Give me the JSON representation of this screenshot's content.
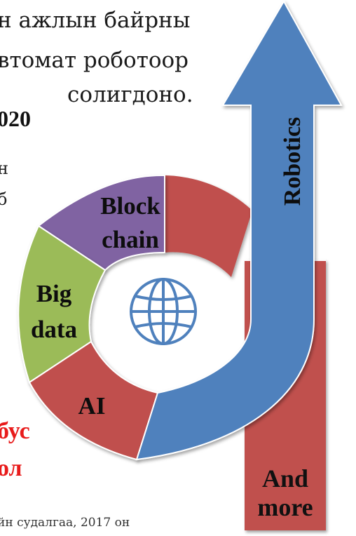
{
  "text": {
    "line1": "н ажлын байрны",
    "line2": "втомат роботоор",
    "line3": "солигдоно.",
    "year": "020",
    "frag_n": "н",
    "frag_b": "б",
    "red1": "бус",
    "red2": "ол",
    "source": "йн судалгаа, 2017 он"
  },
  "diagram": {
    "segments": [
      {
        "id": "block-chain",
        "lines": [
          "Block",
          "chain"
        ],
        "color": "#8064a2"
      },
      {
        "id": "big-data",
        "lines": [
          "Big",
          "data"
        ],
        "color": "#9bbb59"
      },
      {
        "id": "ai",
        "lines": [
          "AI"
        ],
        "color": "#c0504d"
      },
      {
        "id": "red-top",
        "lines": [],
        "color": "#c0504d"
      }
    ],
    "arrow_label": "Robotics",
    "arrow_color": "#4f81bd",
    "bar_color": "#c0504d",
    "bar_lines": [
      "And",
      "more"
    ],
    "center_icon": "globe-icon"
  }
}
